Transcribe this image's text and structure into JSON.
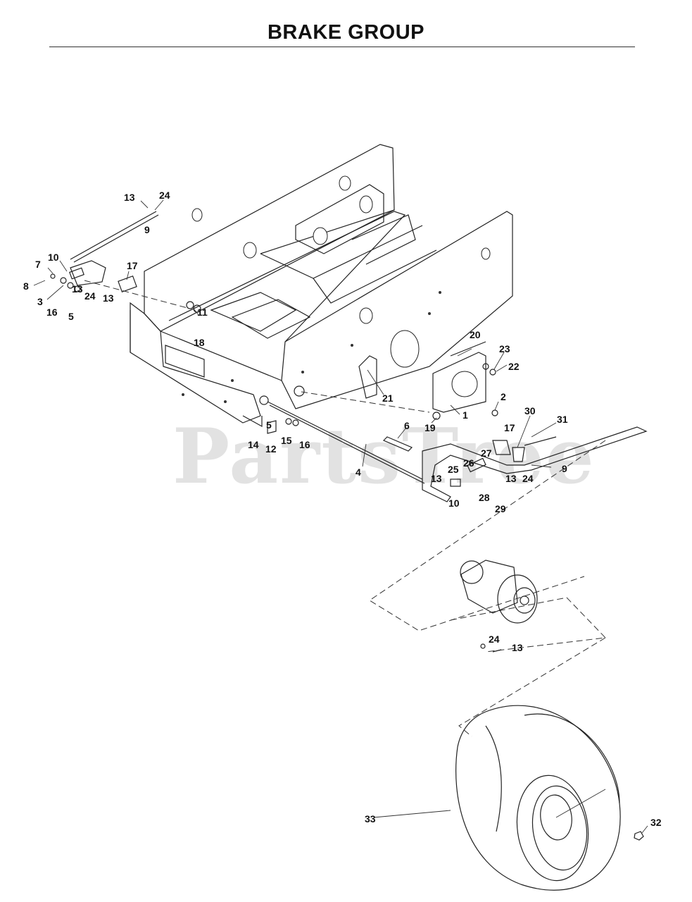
{
  "title": "BRAKE GROUP",
  "watermark": "PartsTree",
  "callouts": {
    "c1": "1",
    "c2": "2",
    "c3": "3",
    "c4": "4",
    "c5a": "5",
    "c5b": "5",
    "c6": "6",
    "c7": "7",
    "c8": "8",
    "c9a": "9",
    "c9b": "9",
    "c10a": "10",
    "c10b": "10",
    "c11": "11",
    "c12": "12",
    "c13a": "13",
    "c13b": "13",
    "c13c": "13",
    "c13d": "13",
    "c13e": "13",
    "c13f": "13",
    "c14": "14",
    "c15": "15",
    "c16a": "16",
    "c16b": "16",
    "c17a": "17",
    "c17b": "17",
    "c18": "18",
    "c19": "19",
    "c20": "20",
    "c21": "21",
    "c22": "22",
    "c23": "23",
    "c24a": "24",
    "c24b": "24",
    "c24c": "24",
    "c24d": "24",
    "c25": "25",
    "c26": "26",
    "c27": "27",
    "c28": "28",
    "c29": "29",
    "c30": "30",
    "c31": "31",
    "c32": "32",
    "c33": "33"
  }
}
